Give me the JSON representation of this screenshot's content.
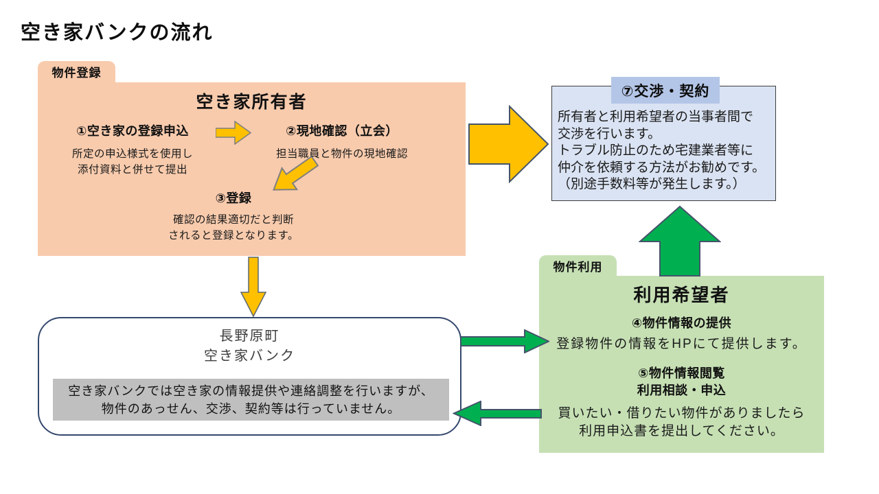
{
  "page": {
    "title": "空き家バンクの流れ"
  },
  "colors": {
    "registration_fill": "#F8CBAD",
    "use_fill": "#C6E0B4",
    "negotiation_fill": "#DAE3F3",
    "negotiation_band": "#B4C6E7",
    "note_fill": "#BFBFBF",
    "yellow_arrow": "#FFC000",
    "green_arrow": "#00B050",
    "bank_border": "#34476d"
  },
  "registration": {
    "tab": "物件登録",
    "owner_title": "空き家所有者",
    "steps": [
      {
        "heading": "①空き家の登録申込",
        "lines": [
          "所定の申込様式を使用し",
          "添付資料と併せて提出"
        ]
      },
      {
        "heading": "②現地確認（立会）",
        "lines": [
          "担当職員と物件の現地確認"
        ]
      },
      {
        "heading": "③登録",
        "lines": [
          "確認の結果適切だと判断",
          "されると登録となります。"
        ]
      }
    ]
  },
  "bank": {
    "name_lines": [
      "長野原町",
      "空き家バンク"
    ],
    "note_lines": [
      "空き家バンクでは空き家の情報提供や連絡調整を行いますが、",
      "物件のあっせん、交渉、契約等は行っていません。"
    ]
  },
  "negotiation": {
    "title": "⑦交渉・契約",
    "lines": [
      "所有者と利用希望者の当事者間で",
      "交渉を行います。",
      "トラブル防止のため宅建業者等に",
      "仲介を依頼する方法がお勧めです。",
      "（別途手数料等が発生します。）"
    ]
  },
  "use": {
    "tab": "物件利用",
    "user_title": "利用希望者",
    "step4_heading": "④物件情報の提供",
    "step4_desc": "登録物件の情報をHPにて提供します。",
    "step5_heading_lines": [
      "⑤物件情報閲覧",
      "利用相談・申込"
    ],
    "step5_desc_lines": [
      "買いたい・借りたい物件がありましたら",
      "利用申込書を提出してください。"
    ]
  },
  "arrows": {
    "step1_to_step2": "yellow-right-arrow-icon",
    "step2_to_step3": "yellow-diagonal-arrow-icon",
    "registration_to_bank": "yellow-down-arrow-icon",
    "registration_to_negotiation": "yellow-big-right-arrow-icon",
    "bank_to_use": "green-right-arrow-icon",
    "use_to_bank": "green-left-arrow-icon",
    "use_to_negotiation": "green-up-arrow-icon"
  }
}
